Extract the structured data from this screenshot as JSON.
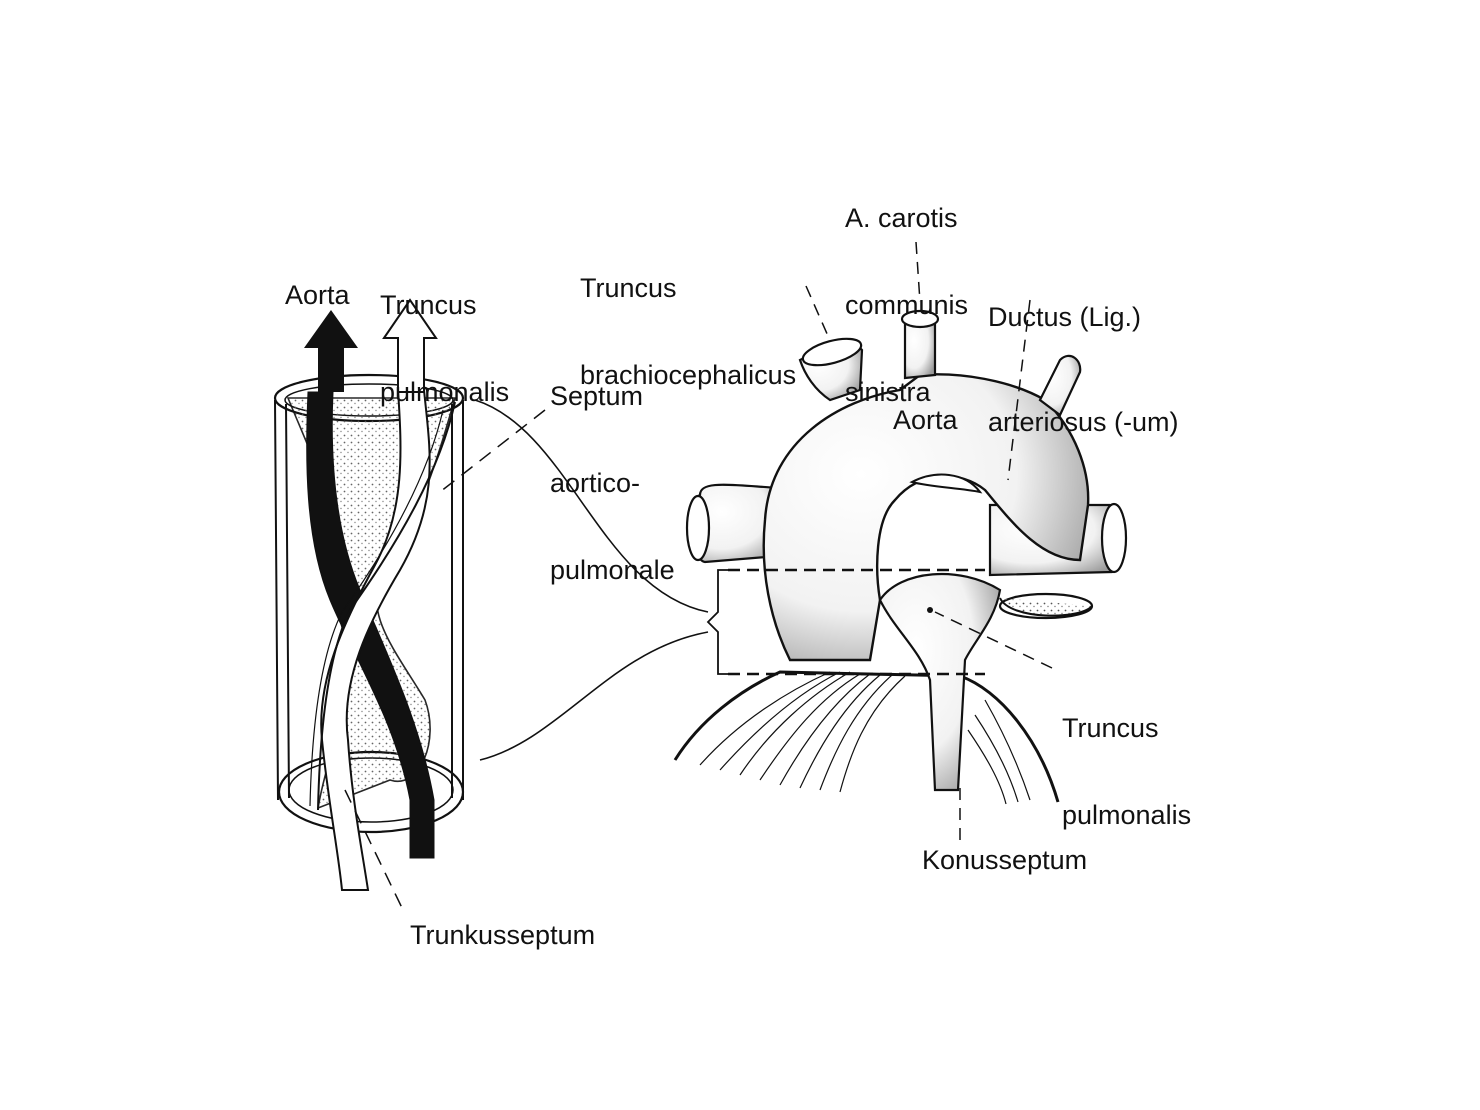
{
  "labels": {
    "left_aorta": "Aorta",
    "left_truncus_line1": "Truncus",
    "left_truncus_line2": "pulmonalis",
    "septum_line1": "Septum",
    "septum_line2": "aortico-",
    "septum_line3": "pulmonale",
    "trunkusseptum": "Trunkusseptum",
    "brachio_line1": "Truncus",
    "brachio_line2": "brachiocephalicus",
    "carotis_line1": "A. carotis",
    "carotis_line2": "communis",
    "carotis_line3": "sinistra",
    "ductus_line1": "Ductus (Lig.)",
    "ductus_line2": "arteriosus (-um)",
    "right_aorta": "Aorta",
    "right_truncus_line1": "Truncus",
    "right_truncus_line2": "pulmonalis",
    "konusseptum": "Konusseptum"
  },
  "colors": {
    "ink": "#111111",
    "stipple": "#b9b9b9",
    "background": "#ffffff"
  }
}
